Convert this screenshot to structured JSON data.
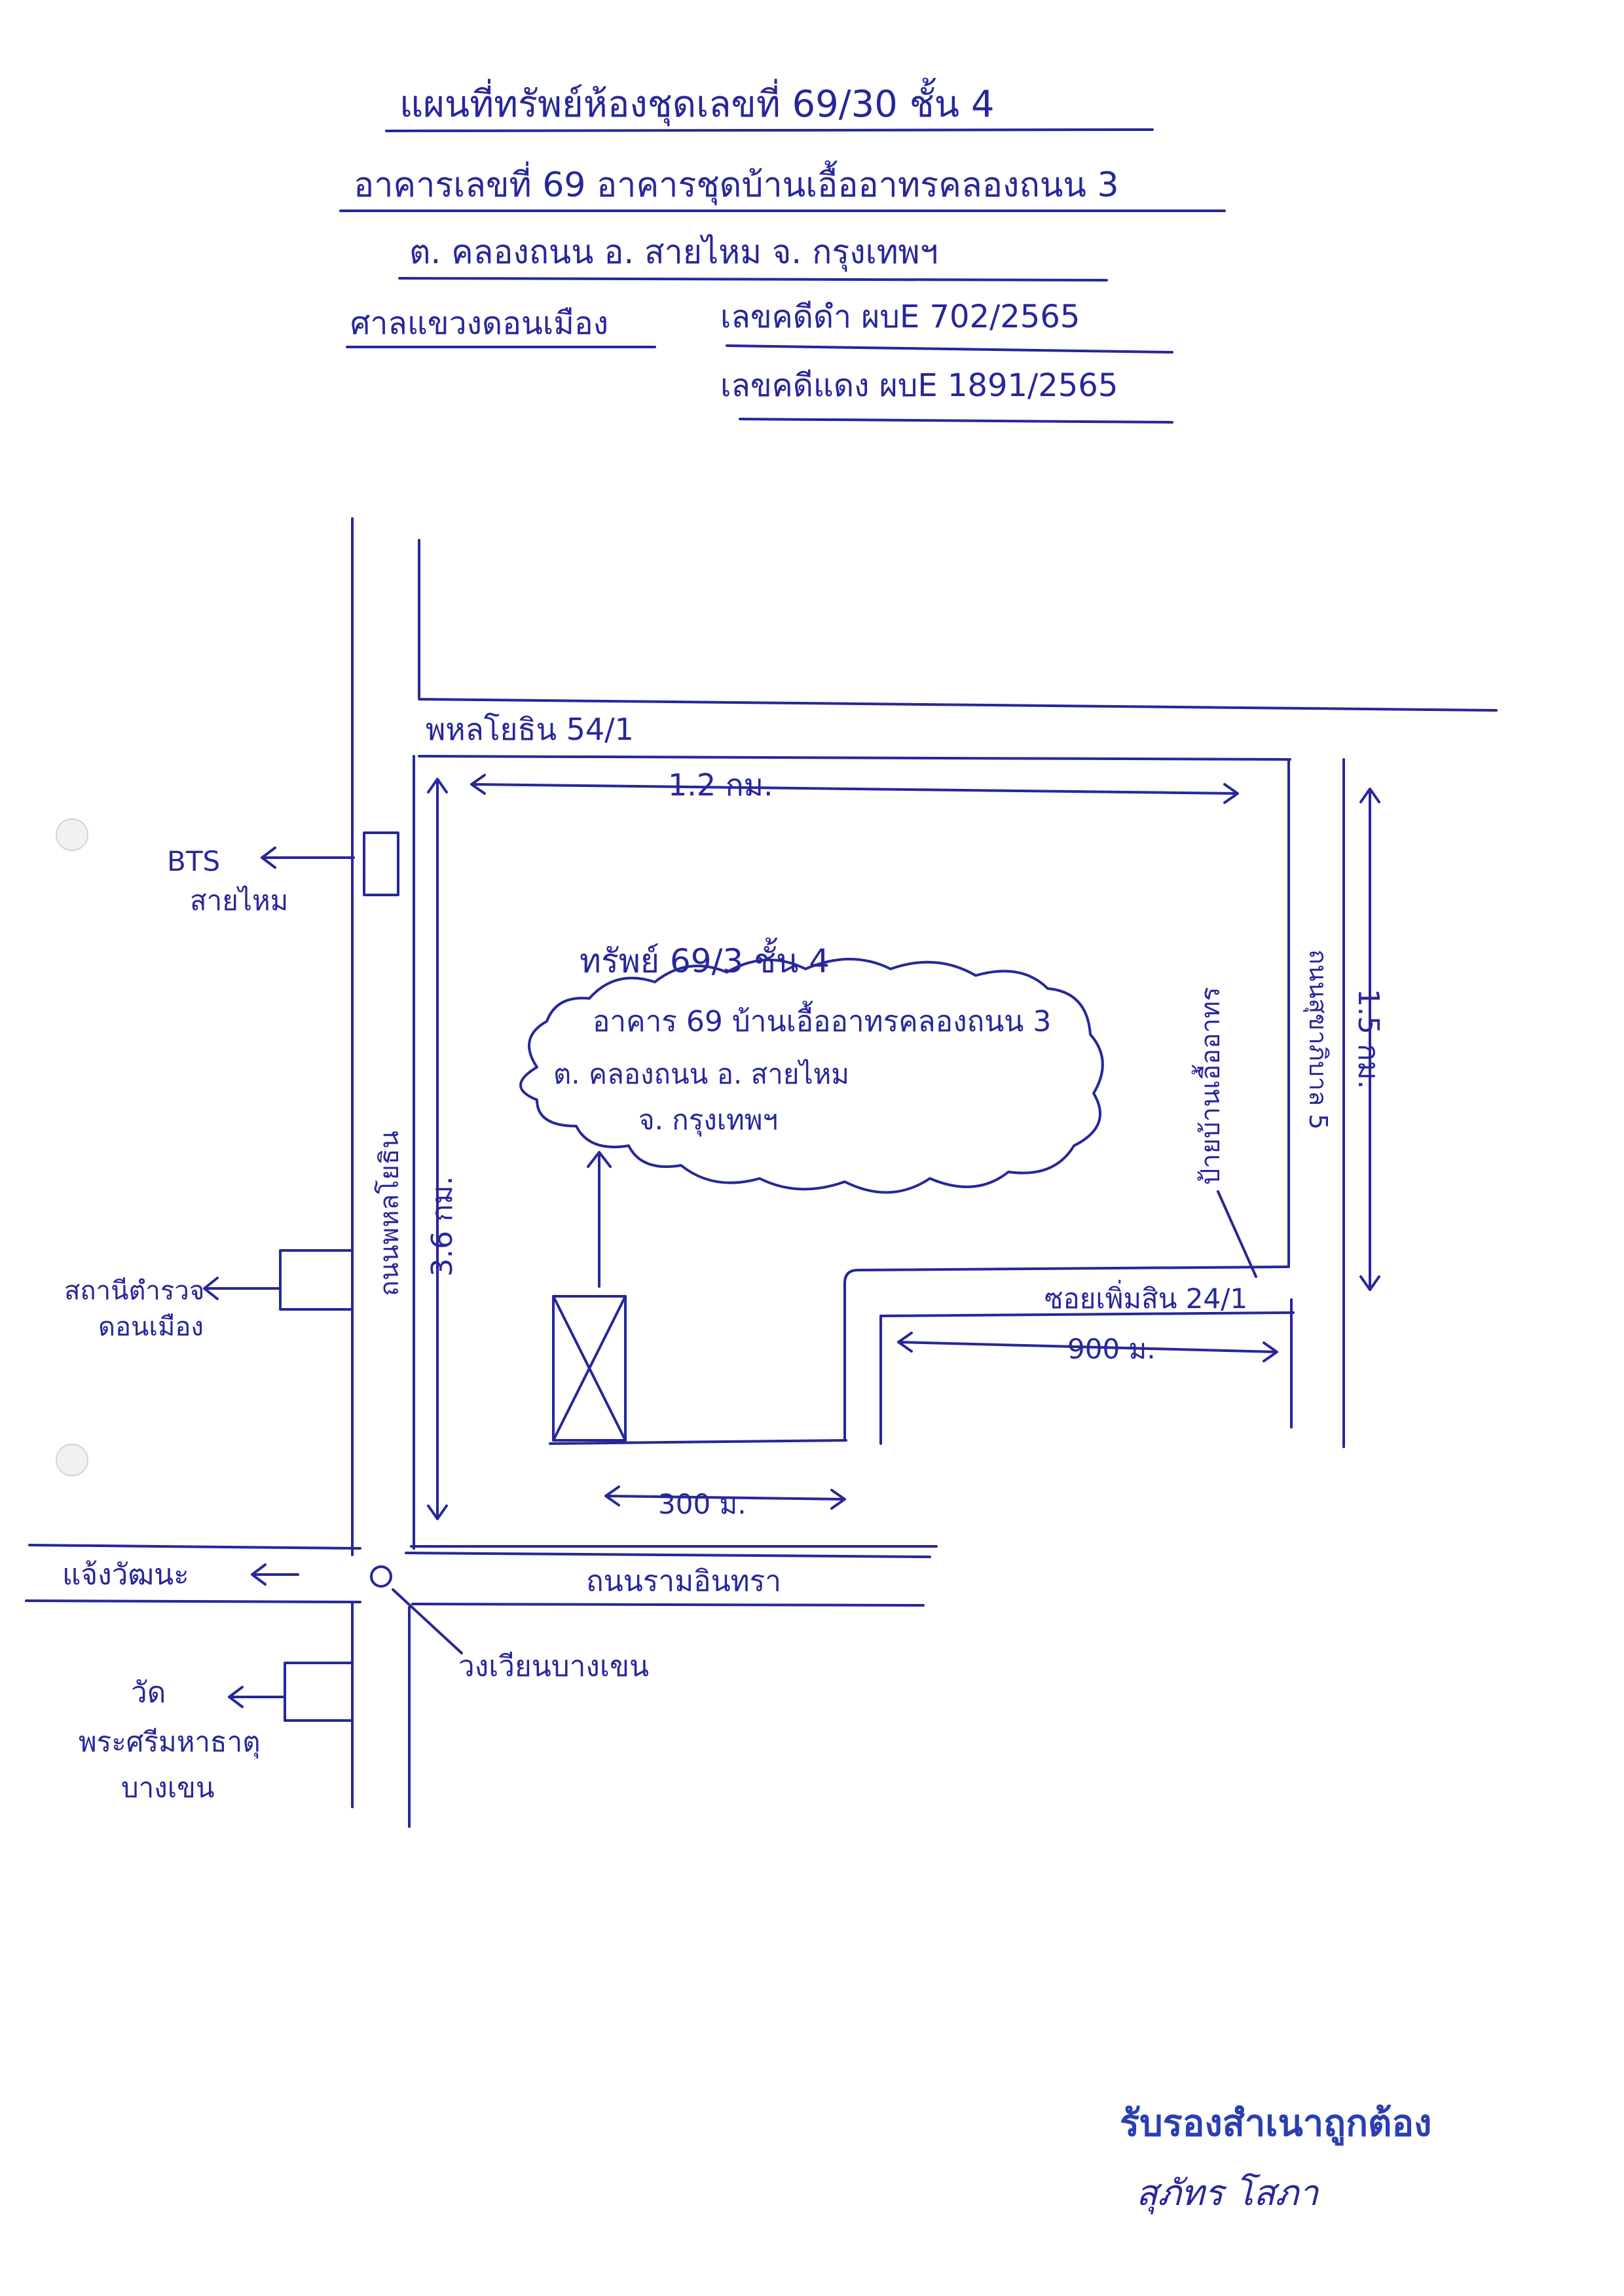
{
  "header": {
    "line1": "แผนที่ทรัพย์ห้องชุดเลขที่ 69/30 ชั้น 4",
    "line2": "อาคารเลขที่ 69 อาคารชุดบ้านเอื้ออาทรคลองถนน 3",
    "line3": "ต. คลองถนน อ. สายไหม จ. กรุงเทพฯ",
    "court": "ศาลแขวงดอนเมือง",
    "black_case": "เลขคดีดำ ผบE 702/2565",
    "red_case": "เลขคดีแดง ผบE 1891/2565"
  },
  "map": {
    "road_top": "พหลโยธิน 54/1",
    "road_left": "ถนนพหลโยธิน",
    "road_bottom": "ถนนรามอินทรา",
    "road_right": "ถนนสุขาภิบาล 5",
    "soi": "ซอยเพิ่มสิน 24/1",
    "sign_label": "ป้ายบ้านเอื้ออาทร",
    "dist_top": "1.2 กม.",
    "dist_left": "3.6 กม.",
    "dist_right": "1.5 กม.",
    "dist_soi": "900 ม.",
    "dist_bottom": "300 ม.",
    "bts": "BTS",
    "bts_station": "สายไหม",
    "police_1": "สถานีตำรวจ",
    "police_2": "ดอนเมือง",
    "west_road": "แจ้งวัฒนะ",
    "roundabout": "วงเวียนบางเขน",
    "temple_1": "วัด",
    "temple_2": "พระศรีมหาธาตุ",
    "temple_3": "บางเขน",
    "cloud_line1": "ทรัพย์ 69/3 ชั้น 4",
    "cloud_line2": "อาคาร 69 บ้านเอื้ออาทรคลองถนน 3",
    "cloud_line3": "ต. คลองถนน อ. สายไหม",
    "cloud_line4": "จ. กรุงเทพฯ"
  },
  "certification": {
    "stamp": "รับรองสำเนาถูกต้อง",
    "signature": "สุภัทร โสภา"
  },
  "colors": {
    "ink": "#27279a",
    "stamp": "#2a3fb0"
  }
}
